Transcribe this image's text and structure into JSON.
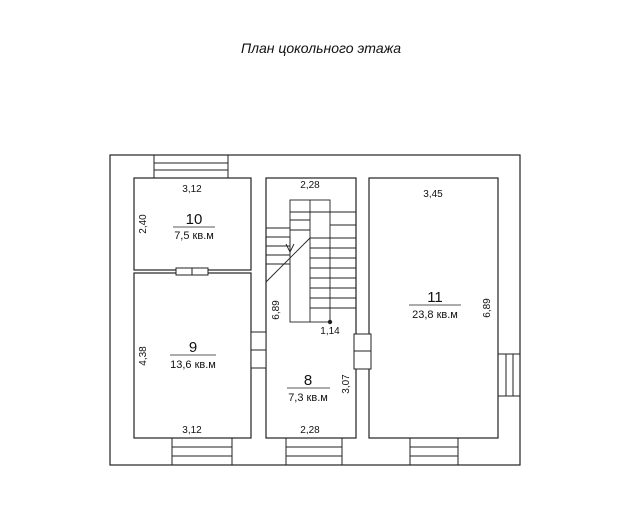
{
  "title": "План цокольного этажа",
  "rooms": [
    {
      "number": "10",
      "area": "7,5 кв.м",
      "width": "3,12",
      "height": "2,40"
    },
    {
      "number": "9",
      "area": "13,6 кв.м",
      "width": "3,12",
      "height": "4,38"
    },
    {
      "number": "8",
      "area": "7,3 кв.м",
      "width_top": "2,28",
      "width_bottom": "2,28",
      "height": "6,89",
      "partial": "3,07",
      "stair": "1,14"
    },
    {
      "number": "11",
      "area": "23,8 кв.м",
      "width": "3,45",
      "height": "6,89"
    }
  ]
}
